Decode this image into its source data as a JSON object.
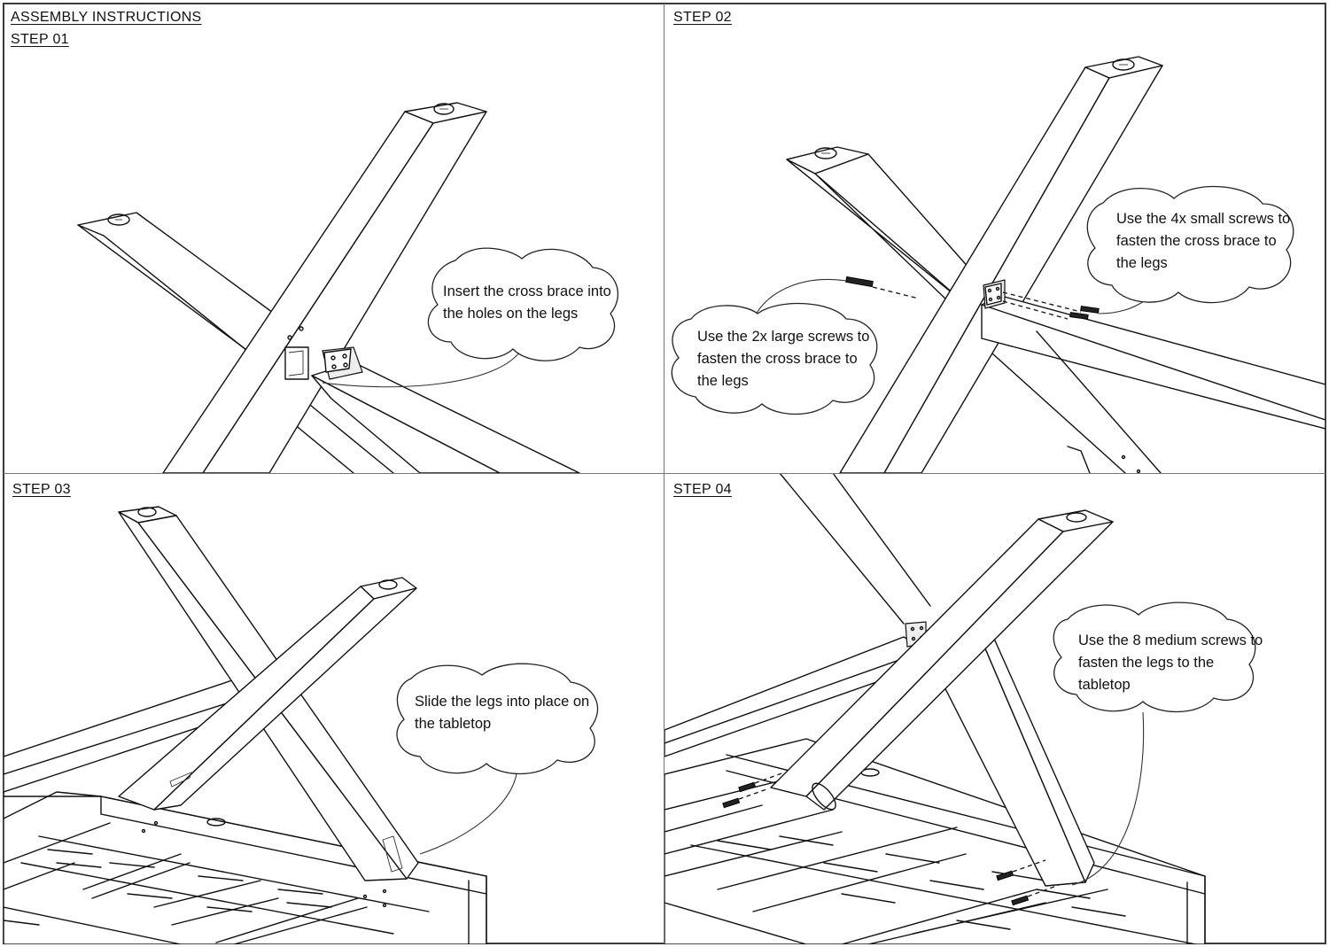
{
  "document": {
    "title": "ASSEMBLY  INSTRUCTIONS"
  },
  "steps": [
    {
      "heading": "STEP 01",
      "lines": [
        "Insert the cross brace into",
        "the holes on the legs"
      ]
    },
    {
      "heading": "STEP 02",
      "callouts": [
        {
          "lines": [
            "Use the 4x small screws to",
            "fasten the cross brace to",
            "the legs"
          ]
        },
        {
          "lines": [
            "Use the 2x large screws to",
            "fasten the cross brace to",
            "the legs"
          ]
        }
      ]
    },
    {
      "heading": "STEP 03",
      "lines": [
        "Slide the legs into place on",
        "the tabletop"
      ]
    },
    {
      "heading": "STEP 04",
      "lines": [
        "Use the 8 medium screws to",
        "fasten the legs to the",
        "tabletop"
      ]
    }
  ],
  "colors": {
    "line": "#111111",
    "frame": "#3a3a3a",
    "background": "#ffffff"
  }
}
